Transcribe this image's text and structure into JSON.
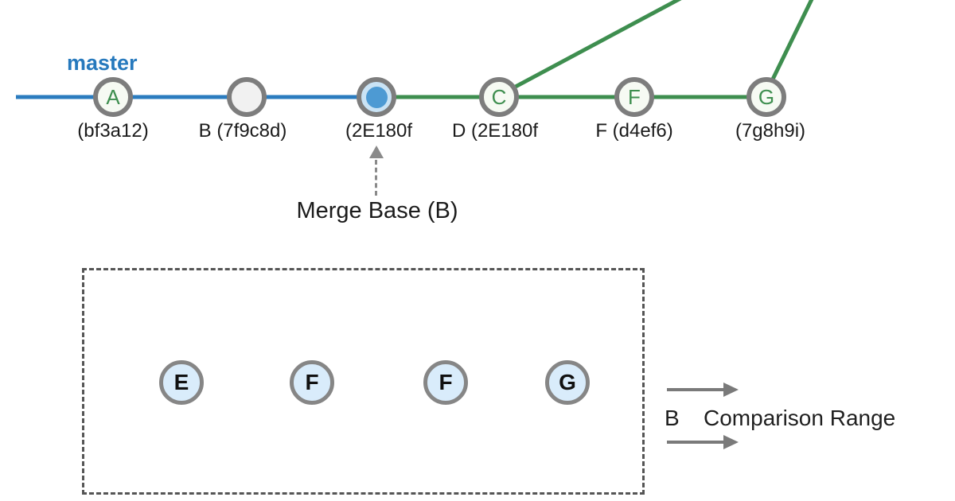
{
  "graph": {
    "branch_label": "master",
    "commits": [
      {
        "letter": "A",
        "label": "(bf3a12)"
      },
      {
        "letter": "",
        "label": "B (7f9c8d)"
      },
      {
        "letter": "",
        "label": "(2E180f"
      },
      {
        "letter": "C",
        "label": "D (2E180f"
      },
      {
        "letter": "F",
        "label": "F (d4ef6)"
      },
      {
        "letter": "G",
        "label": "(7g8h9i)"
      }
    ],
    "merge_base_label": "Merge Base (B)"
  },
  "comparison": {
    "commits": [
      {
        "letter": "E"
      },
      {
        "letter": "F"
      },
      {
        "letter": "F"
      },
      {
        "letter": "G"
      }
    ],
    "base_label": "B",
    "range_label": "Comparison Range"
  },
  "colors": {
    "master_line_blue": "#2b7cbf",
    "branch_line_green": "#3e8e4f",
    "branch_label_blue": "#2679bd",
    "commit_ring_gray": "#7d7d7d",
    "merge_base_dot_blue": "#4d9ad3",
    "merge_base_halo_blue": "#c9e3f5",
    "comparison_node_fill": "#d9ecfb",
    "arrow_gray": "#7a7a7a"
  }
}
